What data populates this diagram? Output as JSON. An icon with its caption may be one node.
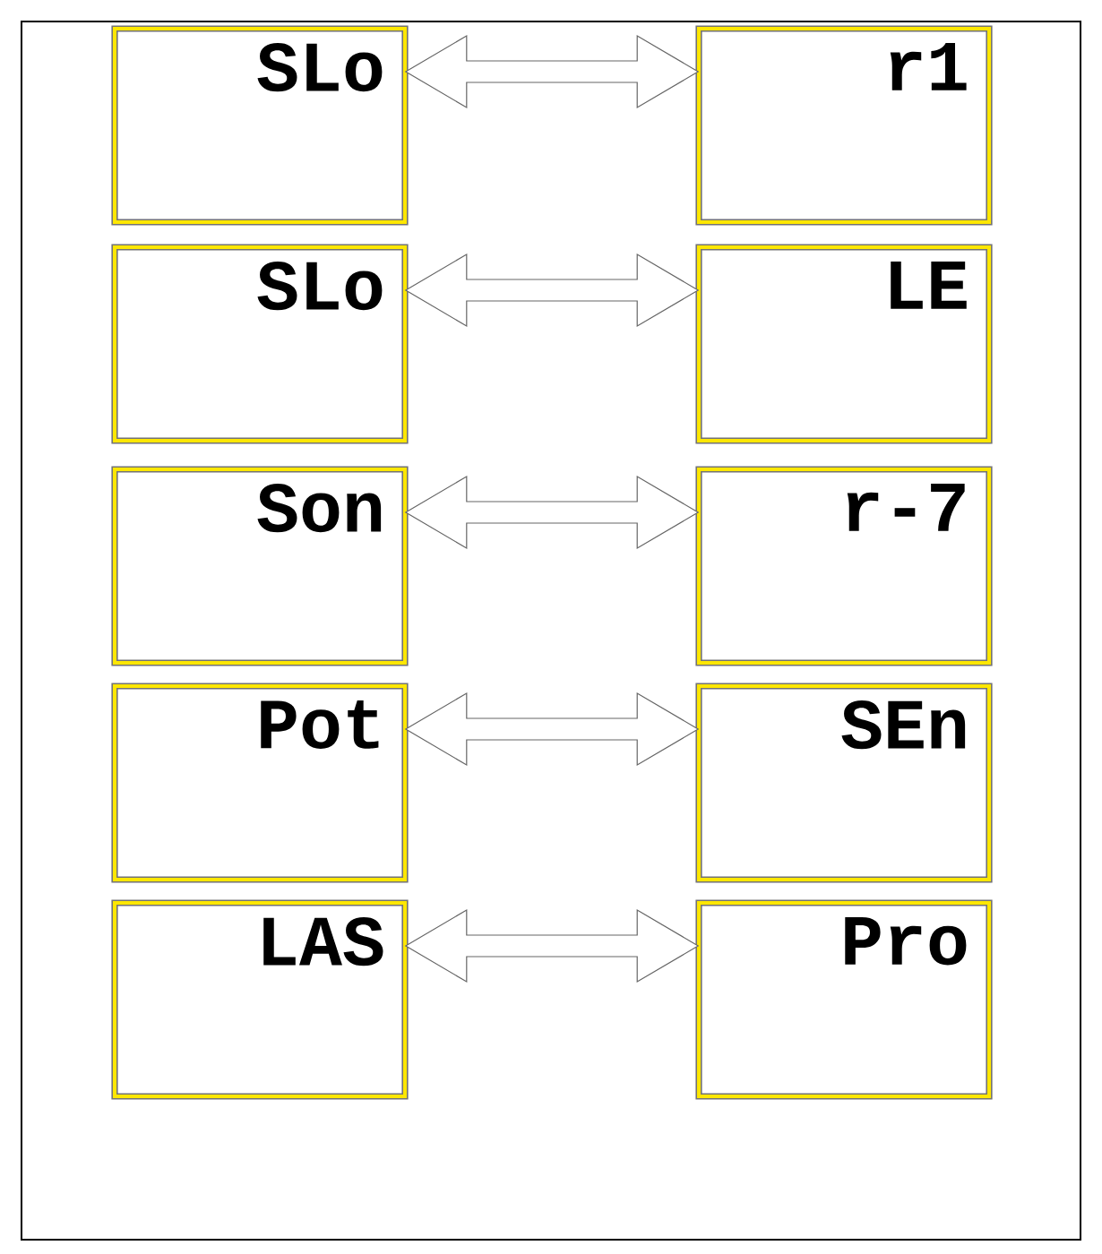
{
  "diagram": {
    "nodes": [
      {
        "text": [
          "SLo"
        ]
      },
      {
        "text": [
          "r1"
        ]
      },
      {
        "text": [
          "SLo"
        ]
      },
      {
        "text": [
          "LE"
        ]
      },
      {
        "text": [
          "Son"
        ]
      },
      {
        "text": [
          "r-7"
        ]
      },
      {
        "text": [
          "Pot"
        ]
      },
      {
        "text": [
          "SEn"
        ]
      },
      {
        "text": [
          "LAS"
        ]
      },
      {
        "text": [
          "Pro"
        ]
      }
    ],
    "edges": [
      {
        "from": 0,
        "to": 1,
        "arrow": "both"
      },
      {
        "from": 2,
        "to": 3,
        "arrow": "both"
      },
      {
        "from": 4,
        "to": 5,
        "arrow": "both"
      },
      {
        "from": 6,
        "to": 7,
        "arrow": "both"
      },
      {
        "from": 8,
        "to": 9,
        "arrow": "both"
      }
    ]
  }
}
